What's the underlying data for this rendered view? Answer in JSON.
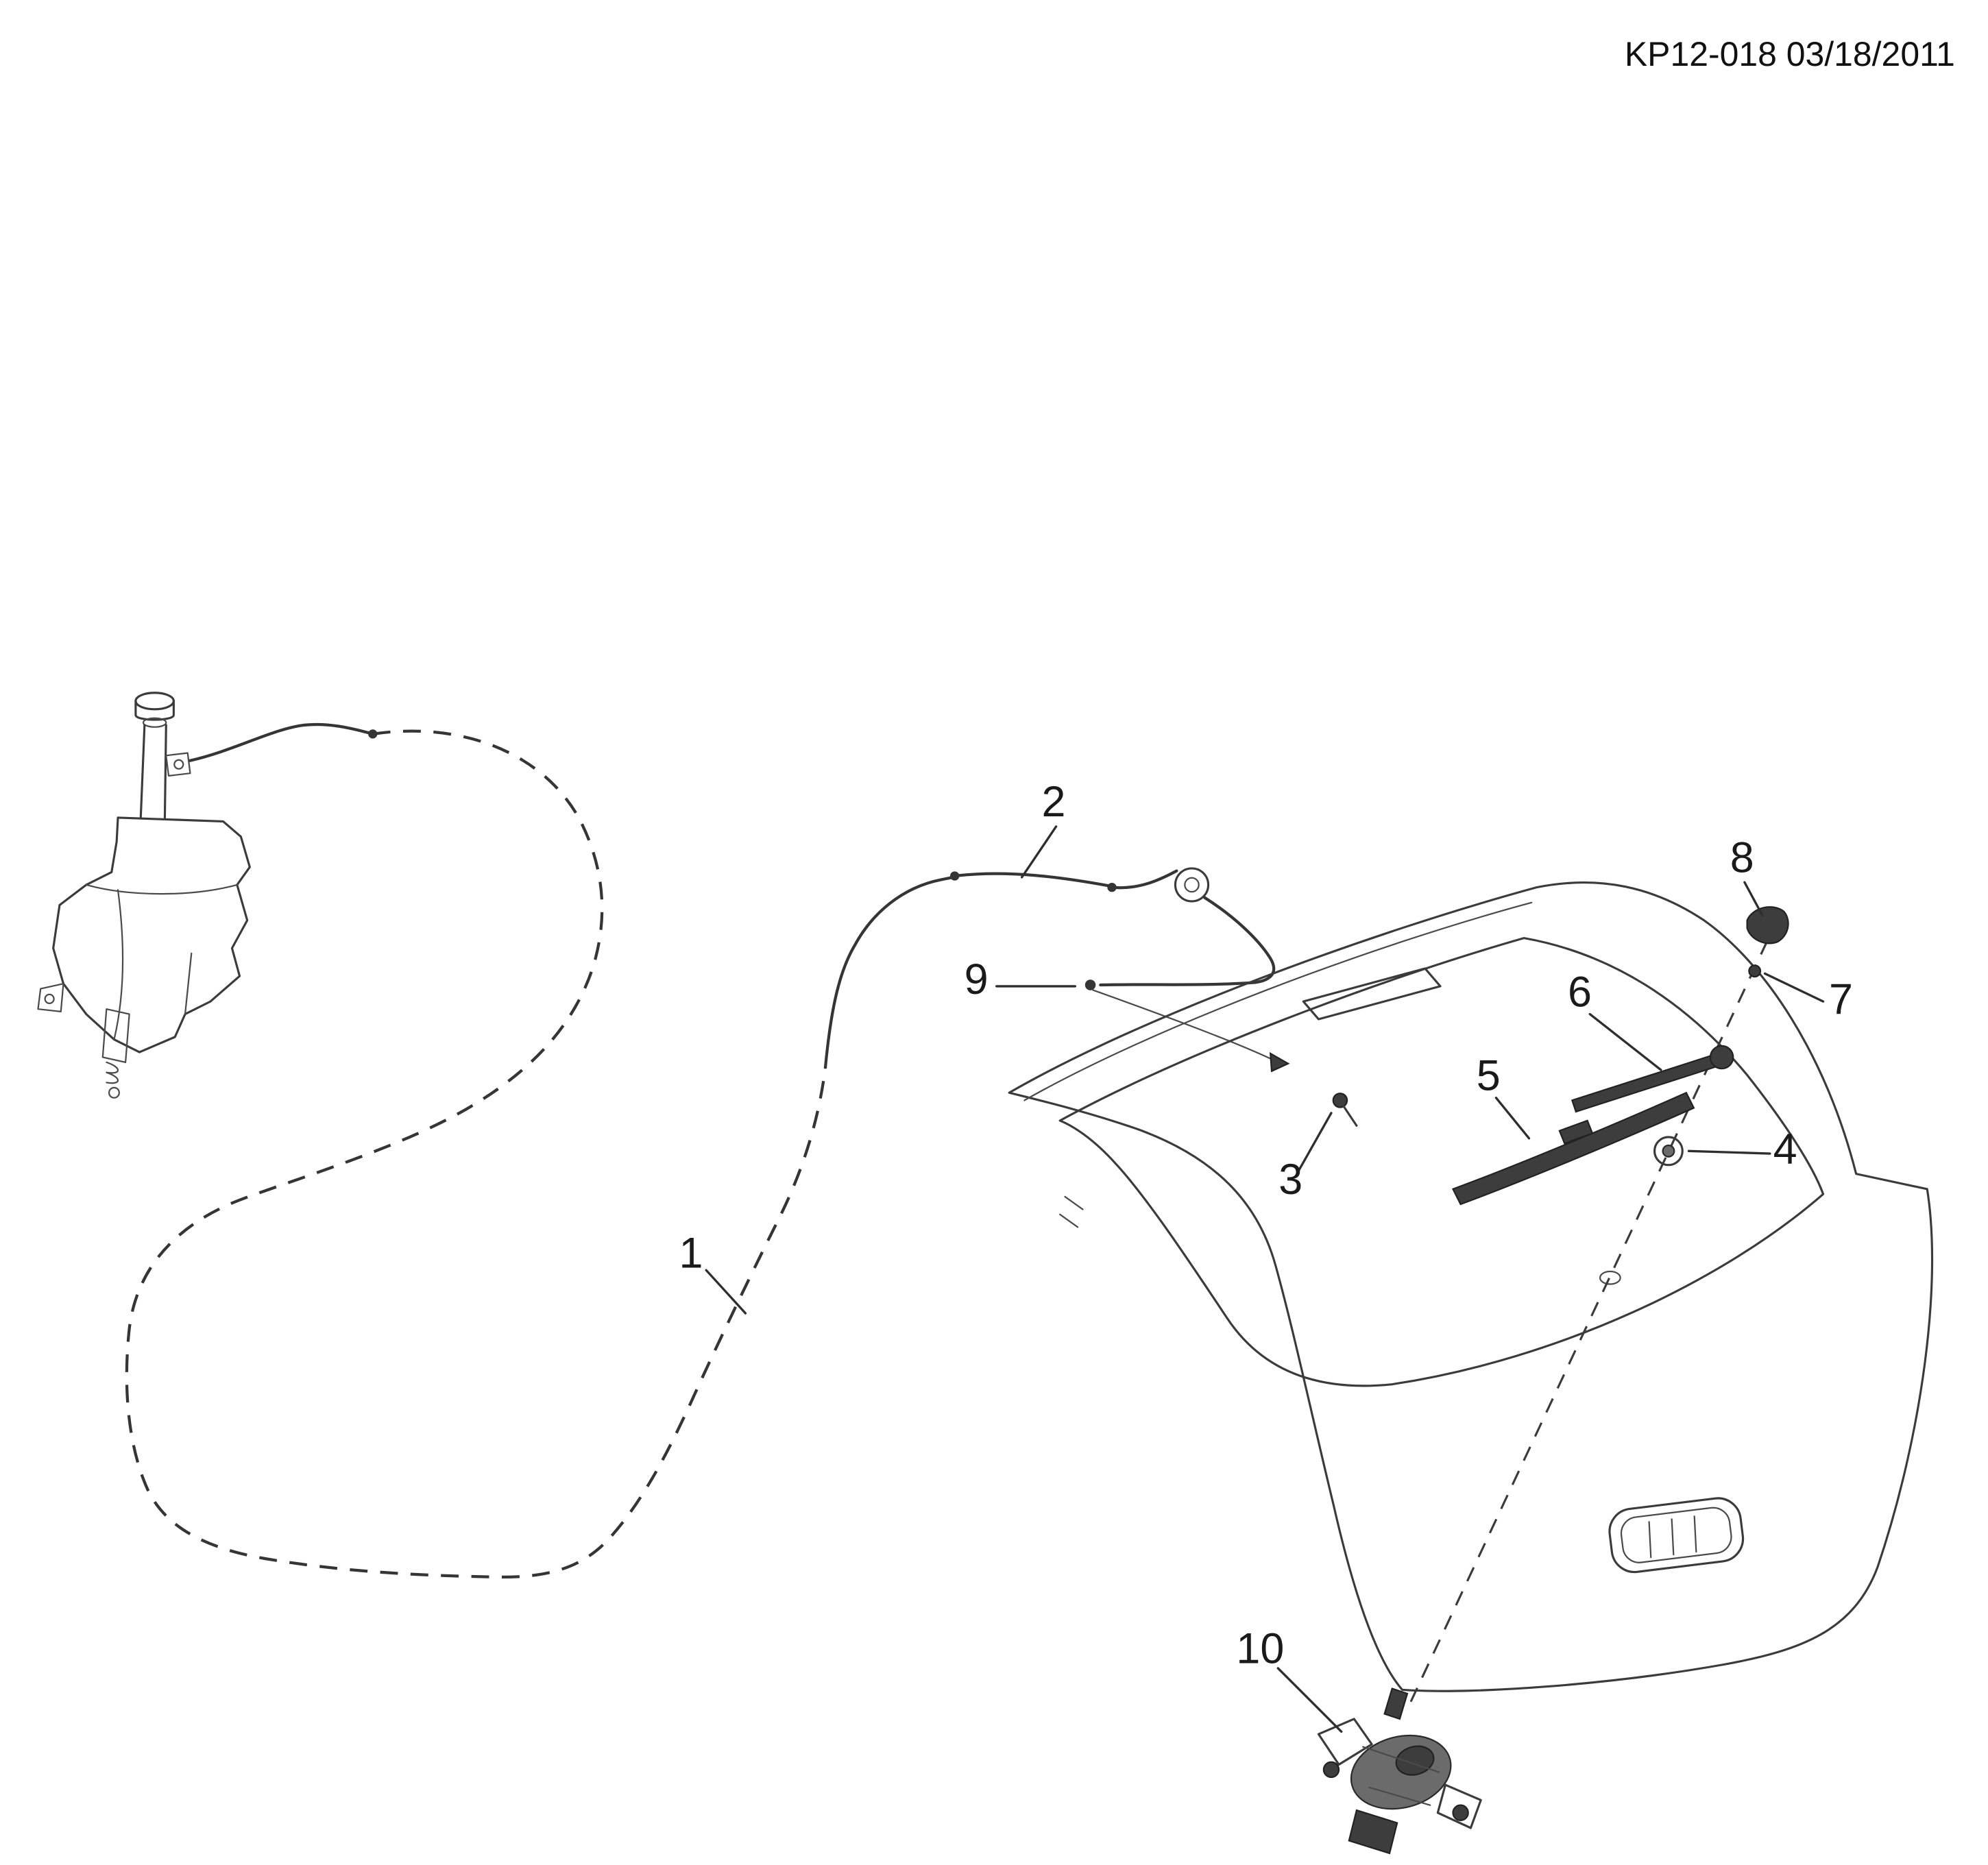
{
  "document": {
    "header": {
      "label": "KP12-018 03/18/2011",
      "code": "KP12-018",
      "date": "03/18/2011"
    }
  },
  "diagram": {
    "colors": {
      "background": "#ffffff",
      "line": "#3b3b3b",
      "dark_fill": "#3d3d3d"
    },
    "callouts": [
      {
        "label": "1"
      },
      {
        "label": "2"
      },
      {
        "label": "3"
      },
      {
        "label": "4"
      },
      {
        "label": "5"
      },
      {
        "label": "6"
      },
      {
        "label": "7"
      },
      {
        "label": "8"
      },
      {
        "label": "9"
      },
      {
        "label": "10"
      }
    ]
  }
}
